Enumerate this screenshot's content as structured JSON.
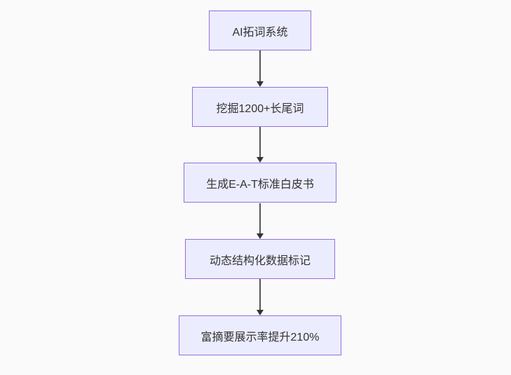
{
  "diagram": {
    "type": "flowchart",
    "direction": "top-down",
    "nodes": [
      {
        "id": "n1",
        "label": "AI拓词系统"
      },
      {
        "id": "n2",
        "label": "挖掘1200+长尾词"
      },
      {
        "id": "n3",
        "label": "生成E-A-T标准白皮书"
      },
      {
        "id": "n4",
        "label": "动态结构化数据标记"
      },
      {
        "id": "n5",
        "label": "富摘要展示率提升210%"
      }
    ],
    "edges": [
      {
        "from": "n1",
        "to": "n2"
      },
      {
        "from": "n2",
        "to": "n3"
      },
      {
        "from": "n3",
        "to": "n4"
      },
      {
        "from": "n4",
        "to": "n5"
      }
    ],
    "colors": {
      "background": "#fafafa",
      "node_fill": "#ececff",
      "node_border": "#9370db",
      "text": "#333333",
      "edge": "#555555",
      "edge_head": "#333333"
    }
  }
}
